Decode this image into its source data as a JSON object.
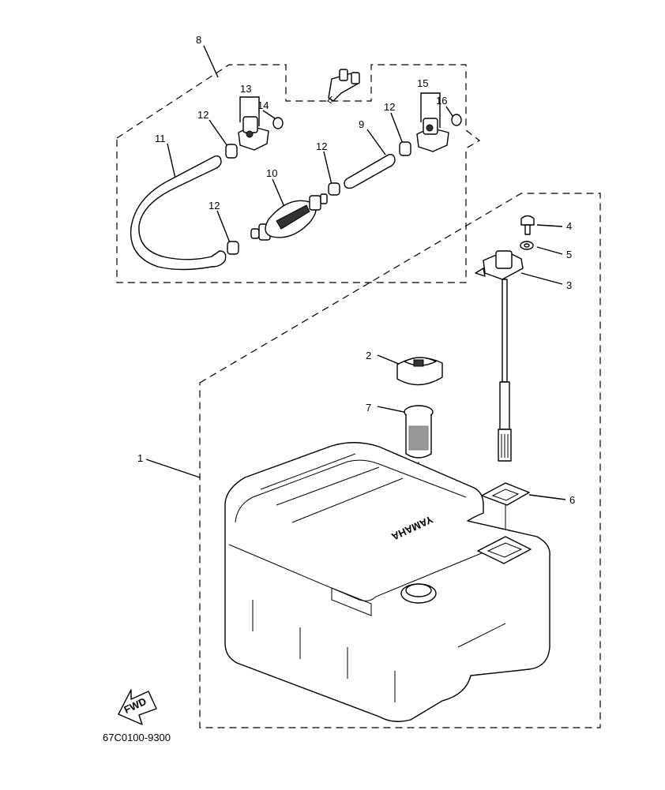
{
  "diagram": {
    "drawing_code": "67C0100-9300",
    "fwd_label": "FWD",
    "brand_label": "YAMAHA",
    "callouts": {
      "c1": "1",
      "c2": "2",
      "c3": "3",
      "c4": "4",
      "c5": "5",
      "c6": "6",
      "c7": "7",
      "c8": "8",
      "c9": "9",
      "c10": "10",
      "c11": "11",
      "c12a": "12",
      "c12b": "12",
      "c12c": "12",
      "c12d": "12",
      "c13": "13",
      "c14": "14",
      "c15": "15",
      "c16": "16"
    }
  }
}
